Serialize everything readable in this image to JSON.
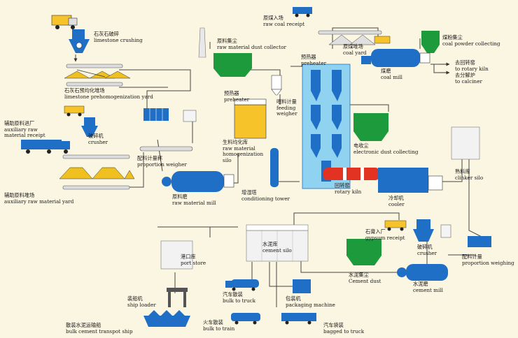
{
  "colors": {
    "background": "#fbf6e1",
    "equipment_blue": "#1f6fc6",
    "equipment_green": "#1d9a3c",
    "preheater_light_blue": "#8fd3f0",
    "silo_yellow": "#f6c42a",
    "material_pile": "#f0c020",
    "kiln_red": "#e23222",
    "duct": "#7a7a7a"
  },
  "labels": {
    "limestone_crushing": {
      "zh": "石灰石破碎",
      "en": "limestone crushing"
    },
    "limestone_yard": {
      "zh": "石灰石预均化堆场",
      "en": "limestone prehomogenization yard"
    },
    "aux_receipt": {
      "zh": "辅助原料进厂",
      "en1": "auxiliary raw",
      "en2": "material receipt"
    },
    "aux_crusher": {
      "zh": "破碎机",
      "en": "crusher"
    },
    "aux_yard": {
      "zh": "辅助原料堆场",
      "en": "auxiliary raw material yard"
    },
    "proportion_weigher": {
      "zh": "配料计量称",
      "en": "proportion weigher"
    },
    "raw_mill": {
      "zh": "原料磨",
      "en": "raw material mill"
    },
    "raw_dust": {
      "zh": "原料集尘",
      "en": "raw material dust collector"
    },
    "preheater_left": {
      "zh": "预热器",
      "en": "preheater"
    },
    "homogenization_silo": {
      "zh": "生料均化库",
      "en1": "raw material",
      "en2": "homogenization",
      "en3": "silo"
    },
    "feeding_weigher": {
      "zh": "喂料计量",
      "en1": "feeding",
      "en2": "weigher"
    },
    "conditioning_tower": {
      "zh": "增湿塔",
      "en": "conditioning tower"
    },
    "preheater_top": {
      "zh": "预热器",
      "en": "preheater"
    },
    "coal_receipt": {
      "zh": "原煤入场",
      "en": "raw coal receipt"
    },
    "coal_yard": {
      "zh": "原煤堆场",
      "en": "coal yard"
    },
    "coal_powder": {
      "zh": "煤粉集尘",
      "en": "coal powder collecting"
    },
    "coal_mill": {
      "zh": "煤磨",
      "en": "coal mill"
    },
    "to_kiln": {
      "zh": "去回转窑",
      "en": "to rotary kiln"
    },
    "to_calciner": {
      "zh": "去分解炉",
      "en": "to calciner"
    },
    "electronic_dust": {
      "zh": "电收尘",
      "en": "electronic dust collecting"
    },
    "rotary_kiln": {
      "zh": "回转窑",
      "en": "rotary kiln"
    },
    "clinker_silo": {
      "zh": "熟料库",
      "en": "clinker silo"
    },
    "cooler": {
      "zh": "冷却机",
      "en": "cooler"
    },
    "gypsum_receipt": {
      "zh": "石膏入厂",
      "en": "gypsum receipt"
    },
    "gypsum_crusher": {
      "zh": "破碎机",
      "en": "crusher"
    },
    "proportion_weighing": {
      "zh": "配料计量",
      "en": "proportion weighing"
    },
    "cement_mill": {
      "zh": "水泥磨",
      "en": "cement mill"
    },
    "cement_dust": {
      "zh": "水泥集尘",
      "en": "Cement dust"
    },
    "cement_silo": {
      "zh": "水泥库",
      "en": "cement silo"
    },
    "port_store": {
      "zh": "港口库",
      "en": "port store"
    },
    "ship_loader": {
      "zh": "装船机",
      "en": "ship loader"
    },
    "bulk_ship": {
      "zh": "散装水泥运输船",
      "en": "bulk cement transpot ship"
    },
    "bulk_truck": {
      "zh": "汽车散装",
      "en": "bulk to truck"
    },
    "packaging": {
      "zh": "包装机",
      "en": "packaging machine"
    },
    "bulk_train": {
      "zh": "火车散装",
      "en": "bulk to train"
    },
    "bagged_truck": {
      "zh": "汽车袋装",
      "en": "bagged to truck"
    }
  }
}
